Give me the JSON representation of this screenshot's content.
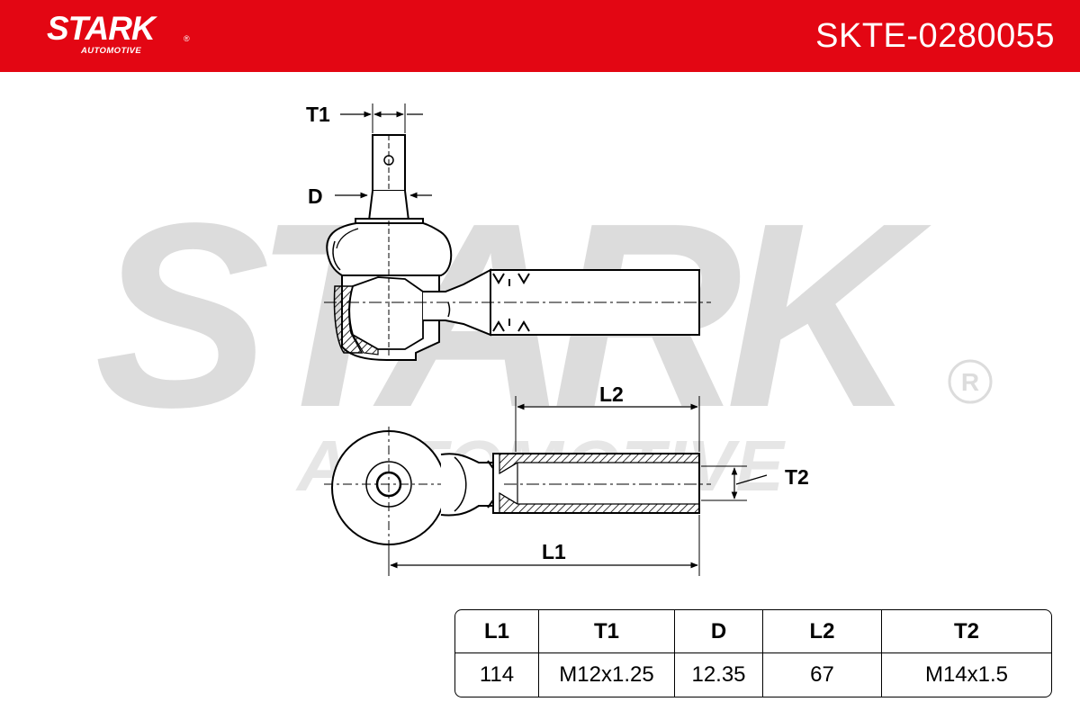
{
  "header": {
    "logo_text": "STARK",
    "logo_reg": "®",
    "logo_sub": "AUTOMOTIVE",
    "part_number": "SKTE-0280055"
  },
  "watermark": {
    "main": "STARK",
    "sub": "AUTOMOTIVE"
  },
  "dimensions": {
    "t1": "T1",
    "d": "D",
    "l2": "L2",
    "t2": "T2",
    "l1": "L1"
  },
  "spec_table": {
    "headers": [
      "L1",
      "T1",
      "D",
      "L2",
      "T2"
    ],
    "values": [
      "114",
      "M12x1.25",
      "12.35",
      "67",
      "M14x1.5"
    ]
  },
  "colors": {
    "brand_red": "#e30613",
    "watermark_gray": "#dcdcdc",
    "line": "#000000"
  }
}
